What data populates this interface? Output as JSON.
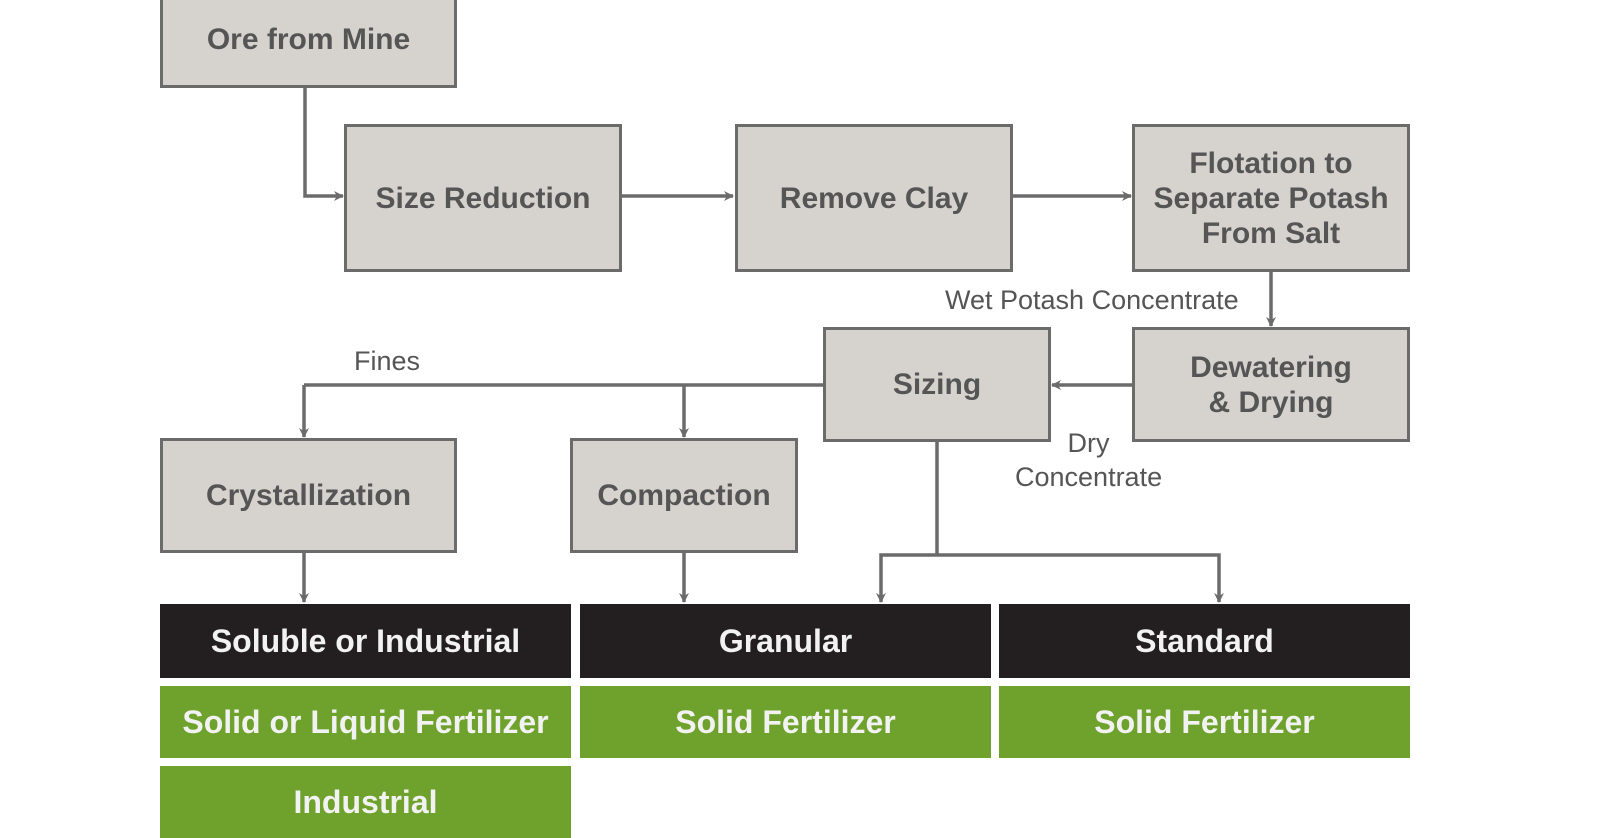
{
  "colors": {
    "box_fill": "#d6d3cf",
    "box_border": "#6b6b6b",
    "line": "#6b6b6b",
    "product_band": "#231f20",
    "use_band": "#6ea22c",
    "band_text": "#f2f2f2"
  },
  "process_steps": {
    "ore_from_mine": "Ore from Mine",
    "size_reduction": "Size Reduction",
    "remove_clay": "Remove Clay",
    "flotation": "Flotation to\nSeparate Potash\nFrom Salt",
    "dewatering": "Dewatering\n& Drying",
    "sizing": "Sizing",
    "crystallization": "Crystallization",
    "compaction": "Compaction"
  },
  "flow_labels": {
    "wet_concentrate": "Wet Potash Concentrate",
    "dry_concentrate": "Dry\nConcentrate",
    "fines": "Fines"
  },
  "products": [
    {
      "name": "Soluble or Industrial",
      "uses": [
        "Solid or Liquid Fertilizer",
        "Industrial"
      ]
    },
    {
      "name": "Granular",
      "uses": [
        "Solid Fertilizer"
      ]
    },
    {
      "name": "Standard",
      "uses": [
        "Solid Fertilizer"
      ]
    }
  ]
}
